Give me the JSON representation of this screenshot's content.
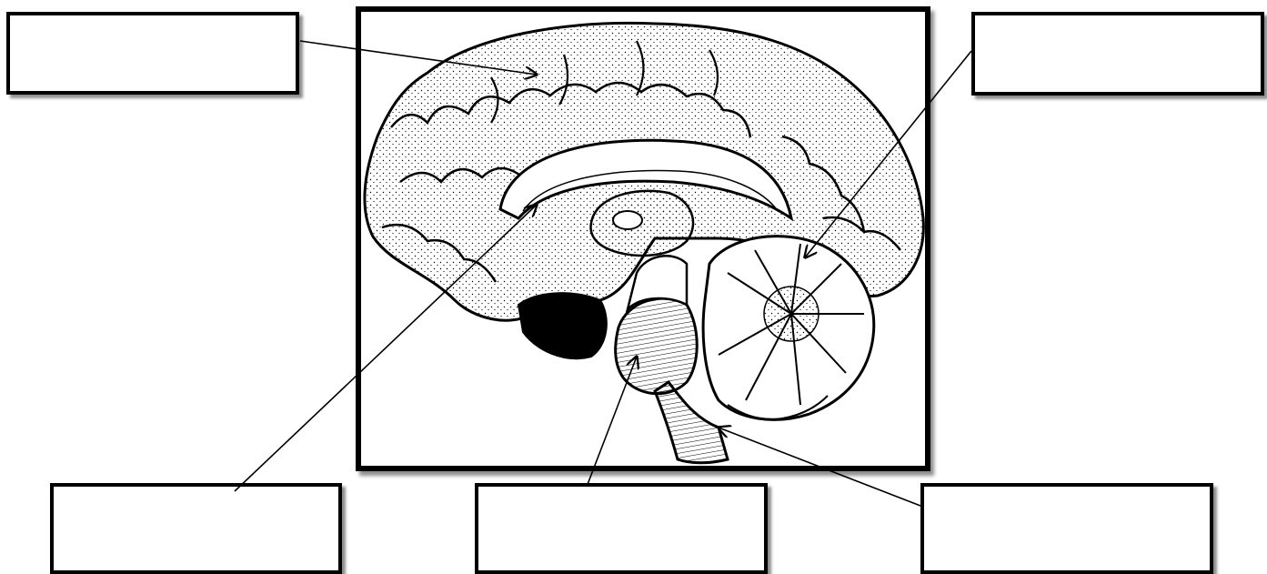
{
  "diagram": {
    "subject": "sagittal-section-of-human-brain",
    "labels": [
      {
        "id": "top-left",
        "text": ""
      },
      {
        "id": "top-right",
        "text": ""
      },
      {
        "id": "bottom-left",
        "text": ""
      },
      {
        "id": "bottom-center",
        "text": ""
      },
      {
        "id": "bottom-right",
        "text": ""
      }
    ],
    "colors": {
      "line": "#000000",
      "background": "#ffffff"
    }
  }
}
